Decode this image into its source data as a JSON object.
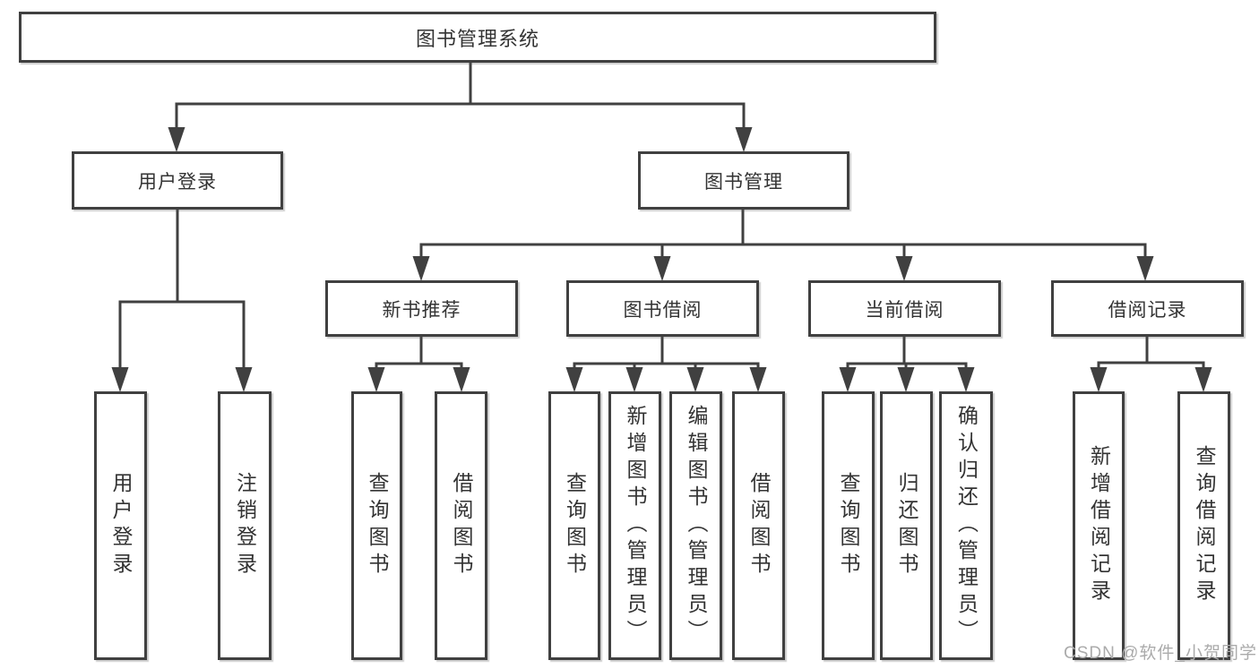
{
  "tree": {
    "root": "图书管理系统",
    "level2": [
      "用户登录",
      "图书管理"
    ],
    "level3": [
      "新书推荐",
      "图书借阅",
      "当前借阅",
      "借阅记录"
    ],
    "user_login_children": [
      "用户登录",
      "注销登录"
    ],
    "new_book_children": [
      "查询图书",
      "借阅图书"
    ],
    "book_borrow_children": [
      "查询图书",
      "新增图书（管理员）",
      "编辑图书（管理员）",
      "借阅图书"
    ],
    "current_borrow_children": [
      "查询图书",
      "归还图书",
      "确认归还（管理员）"
    ],
    "borrow_record_children": [
      "新增借阅记录",
      "查询借阅记录"
    ]
  },
  "watermark": "CSDN @软件_小贺同学",
  "colors": {
    "line": "#404040",
    "text": "#333333",
    "watermark": "#ababab",
    "background": "#ffffff"
  }
}
